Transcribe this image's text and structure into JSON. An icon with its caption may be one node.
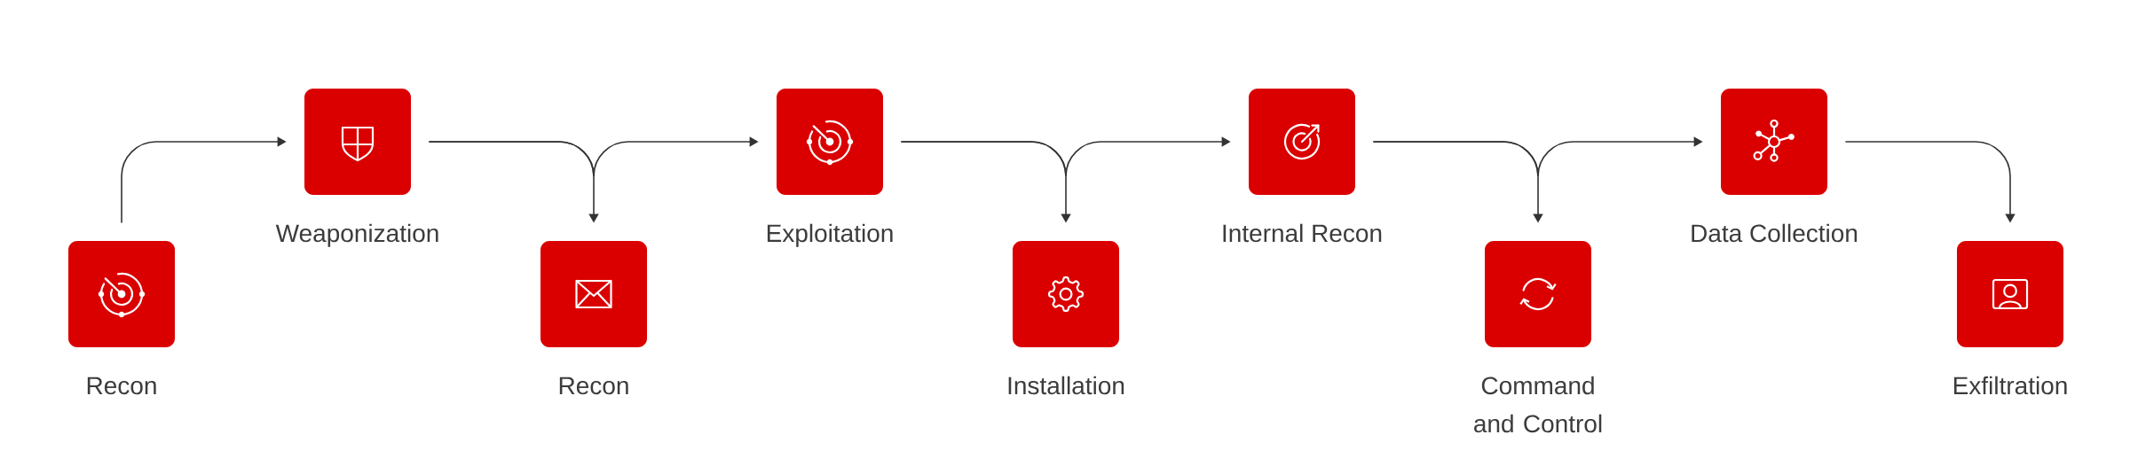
{
  "diagram": {
    "nodes": [
      {
        "text": [
          "Recon"
        ]
      },
      {
        "text": [
          "Weaponization"
        ]
      },
      {
        "text": [
          "Recon"
        ]
      },
      {
        "text": [
          "Exploitation"
        ]
      },
      {
        "text": [
          "Installation"
        ]
      },
      {
        "text": [
          "Internal Recon"
        ]
      },
      {
        "text": [
          "Command and Control"
        ]
      },
      {
        "text": [
          "Data Collection"
        ]
      },
      {
        "text": [
          "Exfiltration"
        ]
      }
    ],
    "edges": [
      {
        "from": 0,
        "to": 1,
        "arrow": "to"
      },
      {
        "from": 1,
        "to": 2,
        "arrow": "to"
      },
      {
        "from": 1,
        "to": 3,
        "arrow": "to"
      },
      {
        "from": 3,
        "to": 4,
        "arrow": "to"
      },
      {
        "from": 3,
        "to": 5,
        "arrow": "to"
      },
      {
        "from": 5,
        "to": 6,
        "arrow": "to"
      },
      {
        "from": 5,
        "to": 7,
        "arrow": "to"
      },
      {
        "from": 7,
        "to": 8,
        "arrow": "to"
      }
    ]
  }
}
